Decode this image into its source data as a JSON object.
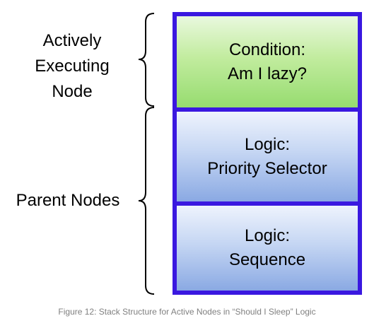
{
  "diagram": {
    "labels": {
      "active": [
        "Actively",
        "Executing",
        "Node"
      ],
      "parent": "Parent Nodes"
    },
    "stack": {
      "blocks": [
        {
          "lines": [
            "Condition:",
            "Am I lazy?"
          ]
        },
        {
          "lines": [
            "Logic:",
            "Priority Selector"
          ]
        },
        {
          "lines": [
            "Logic:",
            "Sequence"
          ]
        }
      ]
    },
    "caption": "Figure 12: Stack Structure for Active Nodes in “Should I Sleep” Logic",
    "colors": {
      "stack_border": "#3a18e0",
      "condition_fill": "#a6e07f",
      "logic_fill": "#a3bceb",
      "caption_text": "#808080"
    }
  }
}
